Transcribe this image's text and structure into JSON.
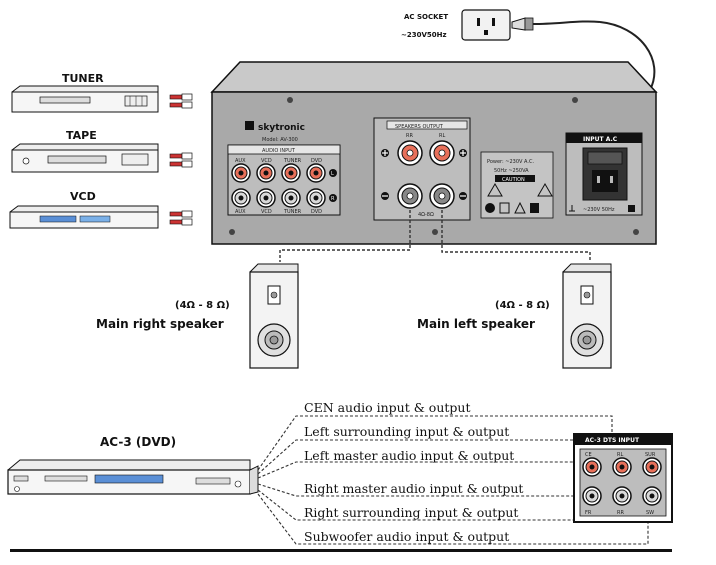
{
  "ac_socket": {
    "line1": "AC SOCKET",
    "line2": "~230V50Hz"
  },
  "sources": {
    "tuner": "TUNER",
    "tape": "TAPE",
    "vcd": "VCD"
  },
  "amplifier": {
    "brand": "skytronic",
    "model": "Model: AV-300",
    "audio_input_title": "AUDIO INPUT",
    "input_labels": [
      "AUX",
      "VCD",
      "TUNER",
      "DVD",
      "AUX",
      "VCD",
      "TUNER",
      "DVD"
    ],
    "channel_labels": [
      "L",
      "R"
    ],
    "speakers_output_title": "SPEAKERS OUTPUT",
    "speaker_labels": [
      "RR",
      "RL"
    ],
    "speaker_impedance": "4Ω-8Ω",
    "power_info": [
      "Power: ~230V A.C.",
      "50Hz ~250VA",
      "CAUTION"
    ],
    "input_ac_title": "INPUT A.C",
    "fuse_label": "~230V 50Hz"
  },
  "speakers": {
    "right": {
      "impedance": "(4Ω - 8 Ω)",
      "label": "Main right speaker"
    },
    "left": {
      "impedance": "(4Ω - 8 Ω)",
      "label": "Main left speaker"
    }
  },
  "dvd": {
    "label": "AC-3 (DVD)"
  },
  "ac3_panel": {
    "title": "AC-3 DTS INPUT",
    "top_labels": [
      "CE",
      "RL",
      "SUR"
    ],
    "bottom_labels": [
      "FR",
      "RR",
      "SW"
    ]
  },
  "connections": [
    "CEN audio input & output",
    "Left surrounding input & output",
    "Left master audio input & output",
    "Right master audio input & output",
    "Right surrounding input & output",
    "Subwoofer audio input & output"
  ]
}
